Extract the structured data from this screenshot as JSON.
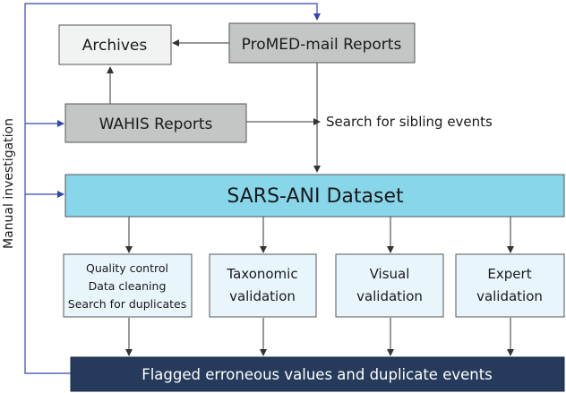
{
  "side_label": "Manual investigation",
  "nodes": {
    "archives": "Archives",
    "promed": "ProMED-mail Reports",
    "wahis": "WAHIS Reports",
    "dataset": "SARS-ANI Dataset",
    "flagged": "Flagged erroneous values and duplicate events"
  },
  "search_label": "Search for sibling events",
  "validations": {
    "quality": [
      "Quality control",
      "Data cleaning",
      "Search for duplicates"
    ],
    "taxonomic": [
      "Taxonomic",
      "validation"
    ],
    "visual": [
      "Visual",
      "validation"
    ],
    "expert": [
      "Expert",
      "validation"
    ]
  },
  "colors": {
    "light_gray": "#f1f3f3",
    "mid_gray": "#c4c6c6",
    "cyan": "#88d6ea",
    "pale_blue": "#e8f6fc",
    "navy": "#263a5b",
    "arrow_blue": "#3046b0",
    "arrow_dark": "#333333"
  }
}
